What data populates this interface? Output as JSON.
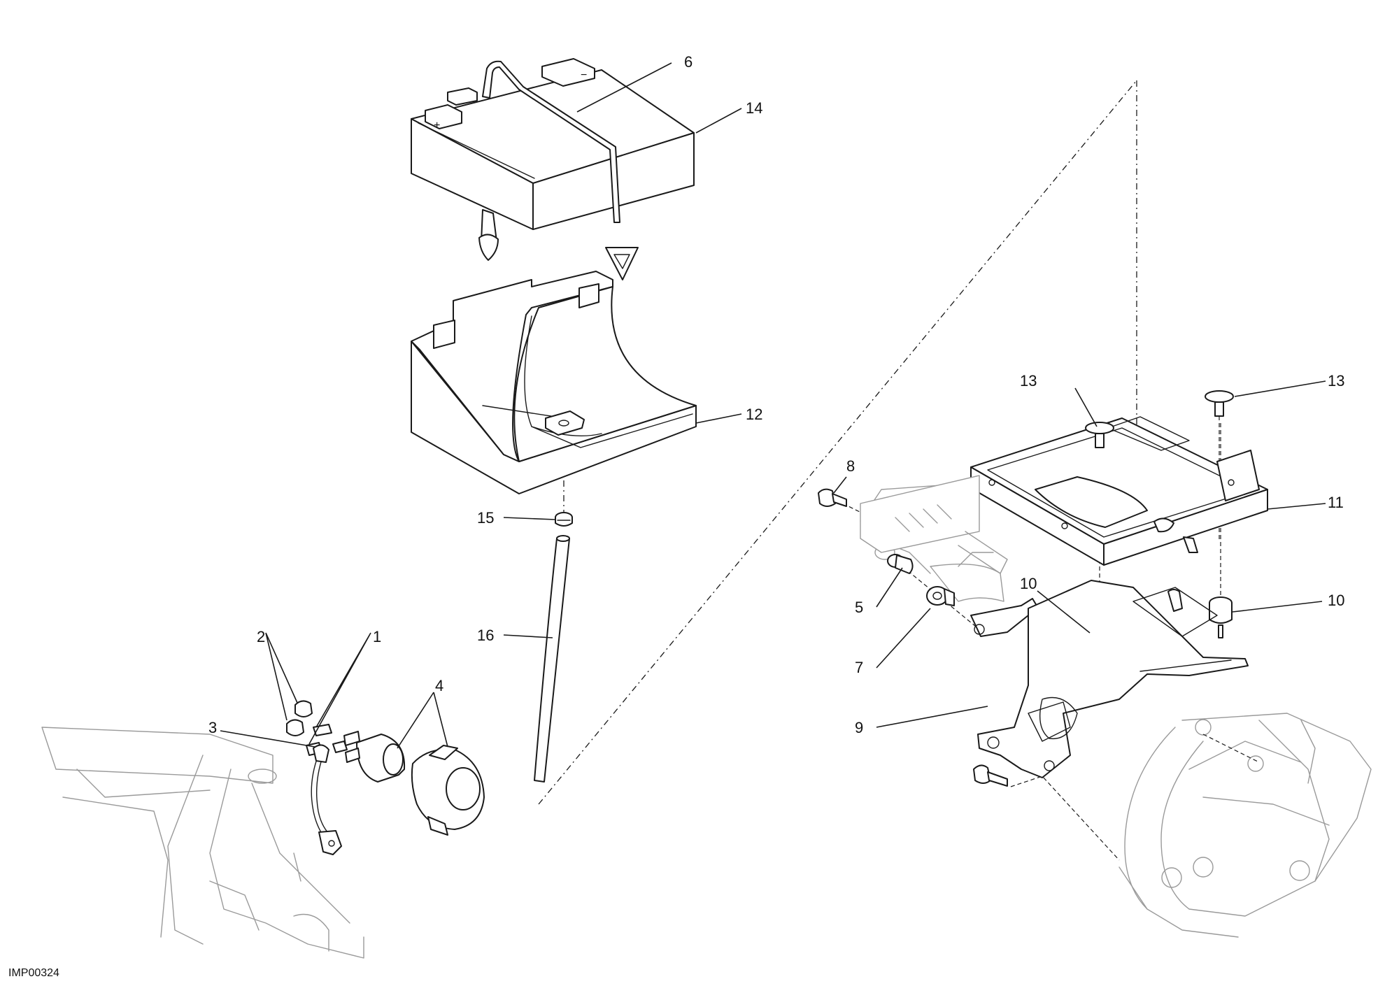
{
  "figure": {
    "reference_code": "IMP00324",
    "callouts": {
      "c1": "1",
      "c2": "2",
      "c3": "3",
      "c4": "4",
      "c5": "5",
      "c6": "6",
      "c7": "7",
      "c8": "8",
      "c9": "9",
      "c10a": "10",
      "c10b": "10",
      "c11": "11",
      "c12": "12",
      "c13a": "13",
      "c13b": "13",
      "c14": "14",
      "c15": "15",
      "c16": "16"
    },
    "battery_terminal_marks": {
      "positive": "+",
      "negative": "−"
    }
  }
}
